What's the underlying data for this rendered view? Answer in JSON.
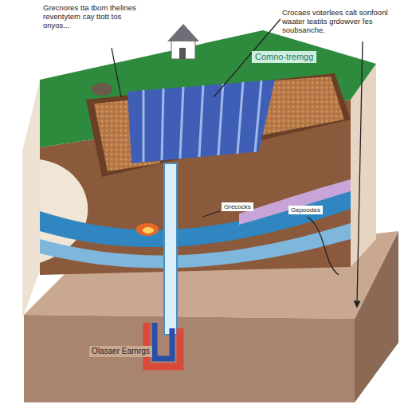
{
  "diagram": {
    "labels": [
      "Grecnores tta tbom thelines reventytem cay ttott tos onyos...",
      "Crocaes voterlees calt sonfoonl waater teatits grdowver fes soubsanche.",
      "Comno-tremgg",
      "Grecocks",
      "Gepoodes",
      "Olasaer Earnrgs"
    ]
  }
}
